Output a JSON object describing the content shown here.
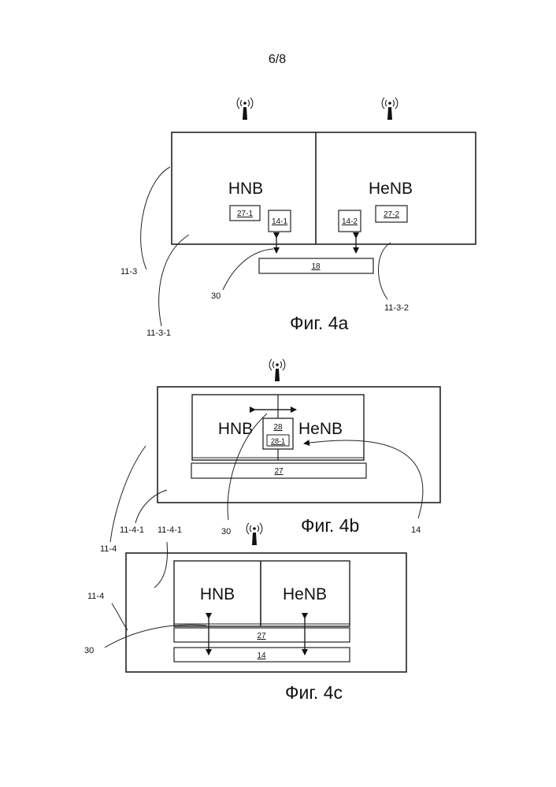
{
  "page_number": "6/8",
  "fig_a": {
    "caption": "Фиг. 4a",
    "left_title": "HNB",
    "right_title": "HeNB",
    "box_27_1": "27-1",
    "box_14_1": "14-1",
    "box_14_2": "14-2",
    "box_27_2": "27-2",
    "box_18": "18",
    "ref_11_3": "11-3",
    "ref_11_3_1": "11-3-1",
    "ref_11_3_2": "11-3-2",
    "ref_30": "30"
  },
  "fig_b": {
    "caption": "Фиг. 4b",
    "left_title": "HNB",
    "right_title": "HeNB",
    "box_28": "28",
    "box_28_1": "28-1",
    "box_27": "27",
    "ref_11_4": "11-4",
    "ref_11_4_1": "11-4-1",
    "ref_30": "30",
    "ref_14": "14"
  },
  "fig_c": {
    "caption": "Фиг. 4c",
    "left_title": "HNB",
    "right_title": "HeNB",
    "box_27": "27",
    "box_14": "14",
    "ref_11_4_1": "11-4-1",
    "ref_11_4": "11-4",
    "ref_30": "30"
  },
  "icons": [
    "antenna-icon"
  ]
}
